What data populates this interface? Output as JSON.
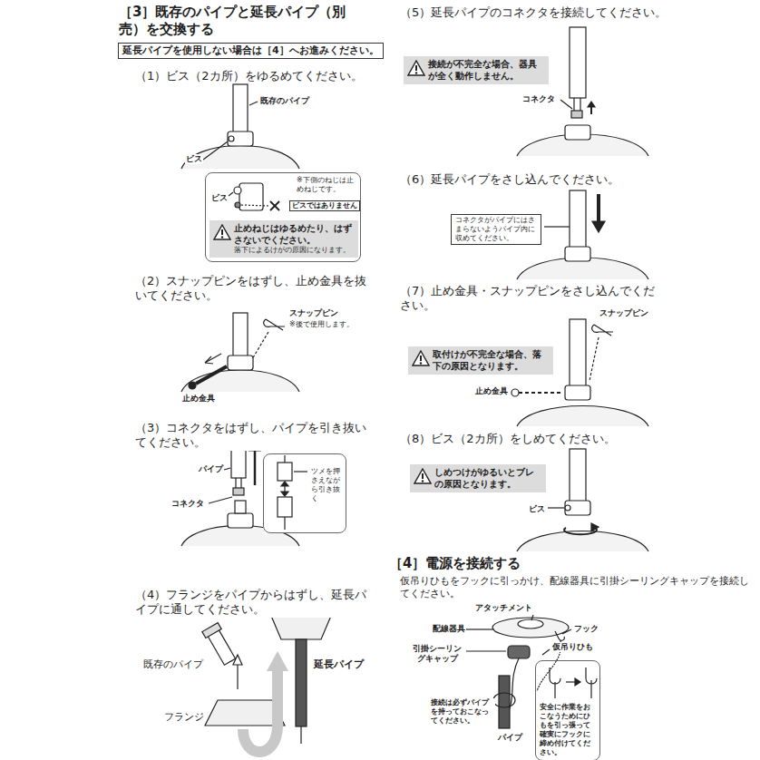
{
  "diagram": {
    "nodes": [
      {
        "text": [
          "延長パイプを使用しない場合は［4］へお進みください。"
        ]
      },
      {
        "text": [
          "ビス",
          "※下側のねじは止めねじです。"
        ]
      },
      {
        "text": [
          "ビスではありません"
        ],
        "in": 1
      },
      {
        "text": [
          "止めねじはゆるめたり、はずさないでください。",
          "落下によるけがの原因になります。"
        ],
        "in": 1
      },
      {
        "text": [
          "ツメを押さえながら引き抜く"
        ]
      },
      {
        "text": [
          "接続が不完全な場合、器具が全く動作しません。"
        ]
      },
      {
        "text": [
          "コネクタがパイプにはさまらないようパイプ内に収めてください。"
        ]
      },
      {
        "text": [
          "取付けが不完全な場合、落下の原因となります。"
        ]
      },
      {
        "text": [
          "しめつけがゆるいとブレの原因となります。"
        ]
      },
      {
        "text": [
          "安全に作業をおこなうためにひもを引っ張って確実にフックに締め付けてください。"
        ]
      }
    ],
    "labels": [
      "［3］既存のパイプと延長パイプ（別売）を交換する",
      "（1）ビス（2カ所）をゆるめてください。",
      "既存のパイプ",
      "ビス",
      "（2）スナップピンをはずし、止め金具を抜いてください。",
      "スナップピン",
      "※後で使用します。",
      "止め金具",
      "（3）コネクタをはずし、パイプを引き抜いてください。",
      "パイプ",
      "コネクタ",
      "（4）フランジをパイプからはずし、延長パイプに通してください。",
      "既存のパイプ",
      "フランジ",
      "延長パイプ",
      "（5）延長パイプのコネクタを接続してください。",
      "コネクタ",
      "（6）延長パイプをさし込んでください。",
      "（7）止め金具・スナップピンをさし込んでください。",
      "スナップピン",
      "止め金具",
      "（8）ビス（2カ所）をしめてください。",
      "ビス",
      "［4］電源を接続する",
      "仮吊りひもをフックに引っかけ、配線器具に引掛シーリングキャップを接続してください。",
      "アタッチメント",
      "配線器具",
      "フック",
      "引掛シーリングキャップ",
      "仮吊りひも",
      "接続は必ずパイプを持っておこなってください。",
      "パイプ"
    ]
  }
}
